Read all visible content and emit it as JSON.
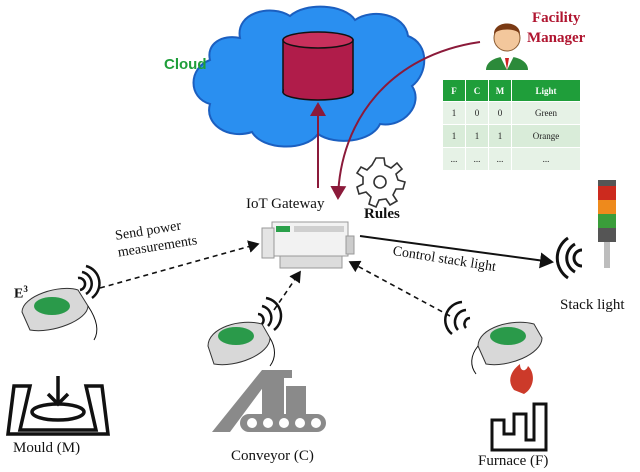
{
  "labels": {
    "cloud": "Cloud",
    "facility_manager_line1": "Facility",
    "facility_manager_line2": "Manager",
    "iot_gateway": "IoT Gateway",
    "rules": "Rules",
    "send_power_line1": "Send power",
    "send_power_line2": "measurements",
    "control_stack_light": "Control stack light",
    "stack_light": "Stack light",
    "e3_base": "E",
    "e3_sup": "3",
    "mould": "Mould (M)",
    "conveyor": "Conveyor (C)",
    "furnace": "Furnace (F)"
  },
  "rules_table": {
    "headers": [
      "F",
      "C",
      "M",
      "Light"
    ],
    "rows": [
      [
        "1",
        "0",
        "0",
        "Green"
      ],
      [
        "1",
        "1",
        "1",
        "Orange"
      ],
      [
        "...",
        "...",
        "...",
        "..."
      ]
    ]
  },
  "colors": {
    "cloud_fill": "#2a8ff0",
    "database": "#b01c4a",
    "accent_green": "#1f9e3a",
    "manager_red": "#b01530",
    "arrow_dark_red": "#8b1a3a",
    "stack_red": "#cc2a1e",
    "stack_orange": "#ee8a1c",
    "stack_green": "#3a9d3a"
  },
  "icons": [
    "cloud-icon",
    "database-icon",
    "manager-icon",
    "gear-icon",
    "gateway-icon",
    "stack-light-icon",
    "wifi-icon",
    "sensor-icon",
    "mould-icon",
    "conveyor-icon",
    "furnace-icon"
  ]
}
